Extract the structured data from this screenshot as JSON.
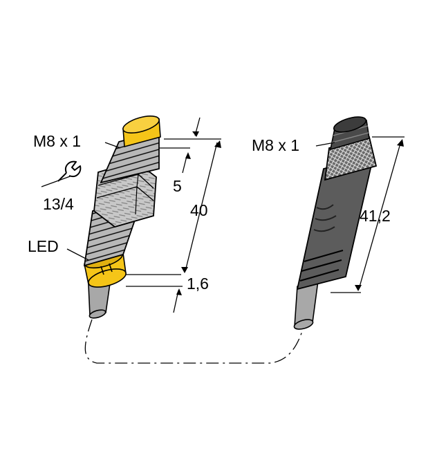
{
  "sensor": {
    "thread_label": "M8 x 1",
    "wrench_size_label": "13/4",
    "led_label": "LED",
    "dim_sensing_face": "5",
    "dim_length": "40",
    "dim_led_ring": "1,6"
  },
  "connector": {
    "thread_label": "M8 x 1",
    "dim_length": "41,2"
  },
  "colors": {
    "sensor_cap": "#f5c518",
    "sensor_body": "#b5b5b5",
    "led_ring": "#f5c518",
    "cable": "#a8a8a8",
    "connector_body": "#5c5c5c",
    "outline": "#000000"
  },
  "icons": [
    "wrench-icon"
  ]
}
